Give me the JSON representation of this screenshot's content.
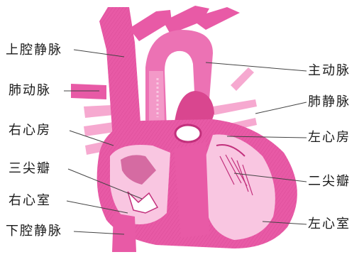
{
  "figure": {
    "left_labels": [
      "上腔静脉",
      "肺动脉",
      "右心房",
      "三尖瓣",
      "右心室",
      "下腔静脉"
    ],
    "right_labels": [
      "主动脉",
      "肺静脉",
      "左心房",
      "二尖瓣",
      "左心室"
    ],
    "colors": {
      "heart": "#e85aa6",
      "heart_light": "#f6a9d0",
      "heart_dark": "#b8206f",
      "chamber": "#f9c6e1",
      "leader": "#444444",
      "text": "#1a1a1a"
    }
  }
}
